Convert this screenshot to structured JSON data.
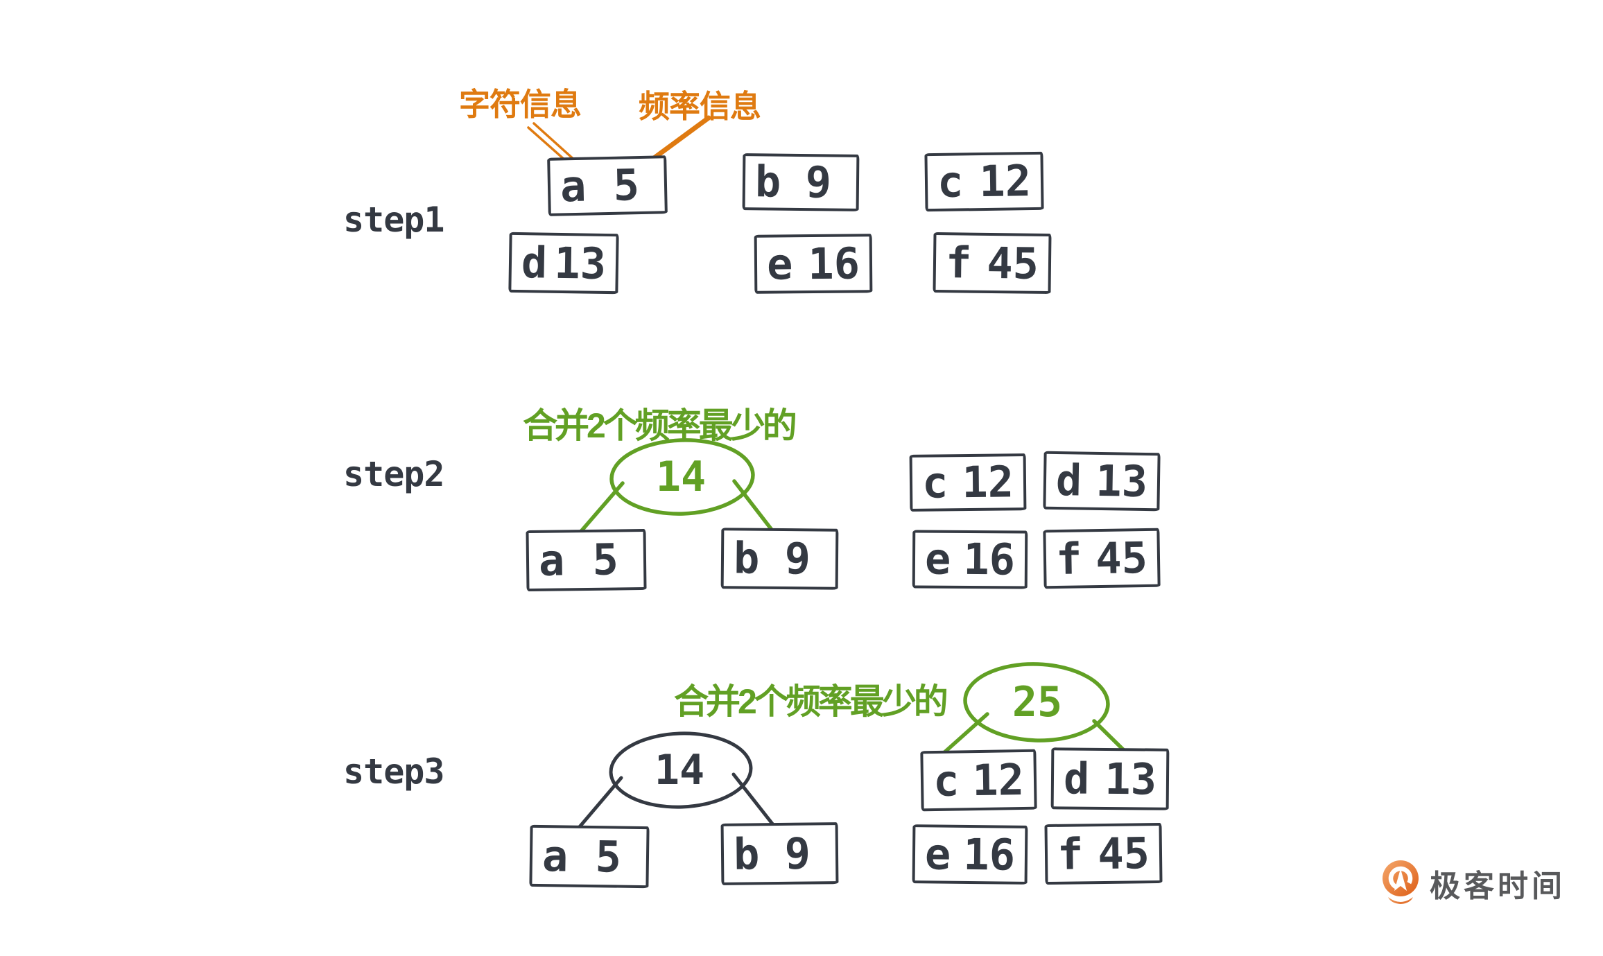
{
  "annotations": {
    "char_info": "字符信息",
    "freq_info": "频率信息"
  },
  "steps": [
    {
      "label": "step1",
      "boxes": [
        {
          "char": "a",
          "freq": "5"
        },
        {
          "char": "b",
          "freq": "9"
        },
        {
          "char": "c",
          "freq": "12"
        },
        {
          "char": "d",
          "freq": "13"
        },
        {
          "char": "e",
          "freq": "16"
        },
        {
          "char": "f",
          "freq": "45"
        }
      ]
    },
    {
      "label": "step2",
      "merge_note": "合并2个频率最少的",
      "merged_value": "14",
      "tree_boxes": [
        {
          "char": "a",
          "freq": "5"
        },
        {
          "char": "b",
          "freq": "9"
        }
      ],
      "boxes": [
        {
          "char": "c",
          "freq": "12"
        },
        {
          "char": "d",
          "freq": "13"
        },
        {
          "char": "e",
          "freq": "16"
        },
        {
          "char": "f",
          "freq": "45"
        }
      ]
    },
    {
      "label": "step3",
      "merge_note": "合并2个频率最少的",
      "tree14_value": "14",
      "tree14_boxes": [
        {
          "char": "a",
          "freq": "5"
        },
        {
          "char": "b",
          "freq": "9"
        }
      ],
      "merged_value": "25",
      "tree25_boxes": [
        {
          "char": "c",
          "freq": "12"
        },
        {
          "char": "d",
          "freq": "13"
        }
      ],
      "boxes": [
        {
          "char": "e",
          "freq": "16"
        },
        {
          "char": "f",
          "freq": "45"
        }
      ]
    }
  ],
  "logo": {
    "text": "极客时间"
  },
  "colors": {
    "ink": "#343942",
    "orange": "#DF7A10",
    "green": "#61A024",
    "logo_text": "#58595B",
    "logo_orange_light": "#F4A76B",
    "logo_orange_dark": "#DD5E17"
  }
}
